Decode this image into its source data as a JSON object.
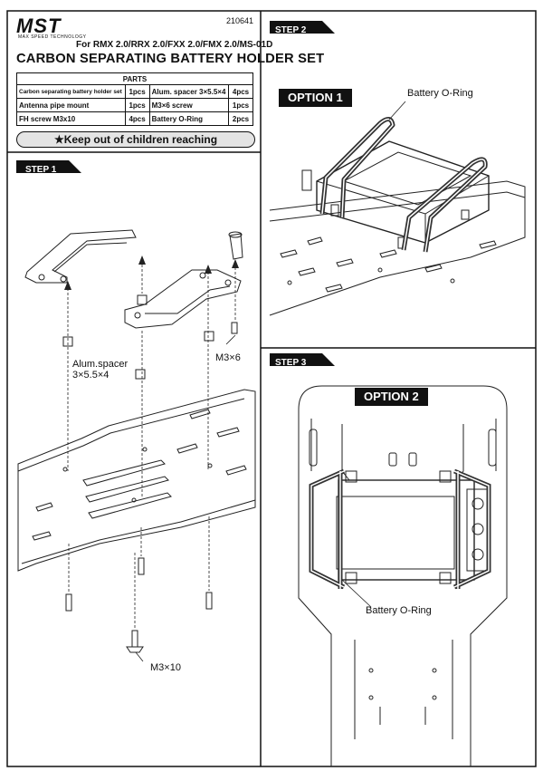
{
  "header": {
    "logo": "MST",
    "logo_tagline": "MAX SPEED TECHNOLOGY",
    "doc_number": "210641",
    "models": "For RMX 2.0/RRX 2.0/FXX 2.0/FMX 2.0/MS-01D",
    "title": "CARBON SEPARATING BATTERY HOLDER SET"
  },
  "parts": {
    "heading": "PARTS",
    "rows": [
      {
        "left_name": "Carbon separating battery holder set",
        "left_qty": "1pcs",
        "right_name": "Alum. spacer  3×5.5×4",
        "right_qty": "4pcs"
      },
      {
        "left_name": "Antenna pipe mount",
        "left_qty": "1pcs",
        "right_name": "M3×6 screw",
        "right_qty": "1pcs"
      },
      {
        "left_name": "FH screw M3x10",
        "left_qty": "4pcs",
        "right_name": "Battery O-Ring",
        "right_qty": "2pcs"
      }
    ]
  },
  "warning": "★Keep out of children reaching",
  "step1": {
    "tag": "STEP 1",
    "label_spacer_1": "Alum.spacer",
    "label_spacer_2": "3×5.5×4",
    "label_m3x6": "M3×6",
    "label_m3x10": "M3×10"
  },
  "step2": {
    "tag": "STEP 2",
    "option": "OPTION 1",
    "label_oring": "Battery O-Ring"
  },
  "step3": {
    "tag": "STEP 3",
    "option": "OPTION 2",
    "label_oring": "Battery O-Ring"
  }
}
